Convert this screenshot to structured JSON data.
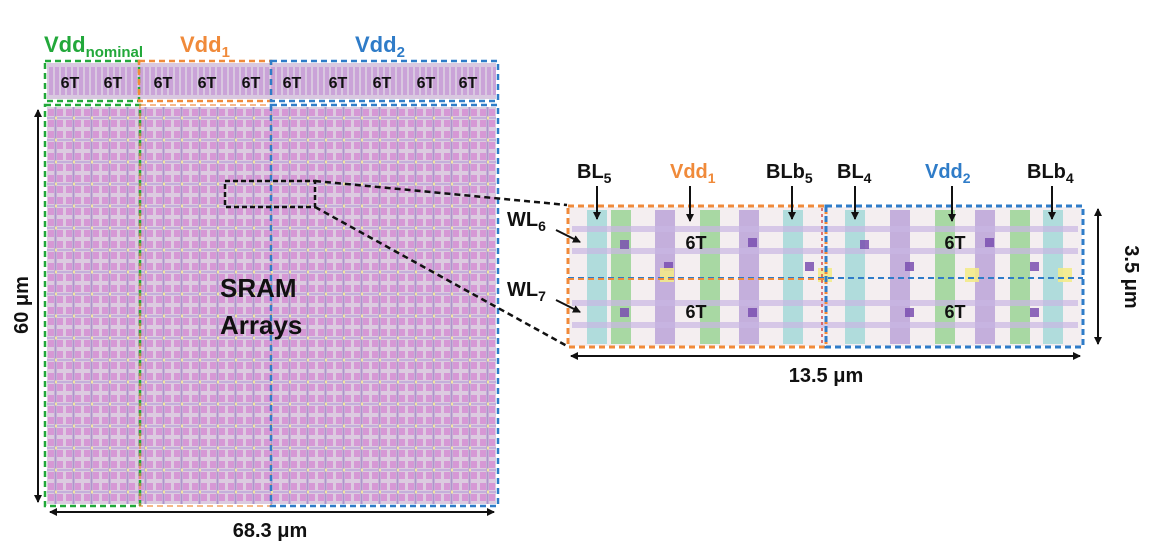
{
  "colors": {
    "nominal": "#22a83a",
    "vdd1": "#f08a3a",
    "vdd2": "#2f7cc8",
    "label": "#111111",
    "array_base": "#d9c6da",
    "array_pink": "#d98ad6",
    "array_purple": "#a07ac6",
    "detail_green": "#8fd08a",
    "detail_purple": "#b49ad6",
    "detail_cyan": "#9ad6d6"
  },
  "top_labels": {
    "vdd_nominal_main": "Vdd",
    "vdd_nominal_sub": "nominal",
    "vdd1_main": "Vdd",
    "vdd1_sub": "1",
    "vdd2_main": "Vdd",
    "vdd2_sub": "2"
  },
  "column_cells": [
    "6T",
    "6T",
    "6T",
    "6T",
    "6T",
    "6T",
    "6T",
    "6T",
    "6T",
    "6T"
  ],
  "array": {
    "label_line1": "SRAM",
    "label_line2": "Arrays",
    "height_label": "60 μm",
    "width_label": "68.3 μm"
  },
  "detail": {
    "bl5_main": "BL",
    "bl5_sub": "5",
    "vdd1_main": "Vdd",
    "vdd1_sub": "1",
    "blb5_main": "BLb",
    "blb5_sub": "5",
    "bl4_main": "BL",
    "bl4_sub": "4",
    "vdd2_main": "Vdd",
    "vdd2_sub": "2",
    "blb4_main": "BLb",
    "blb4_sub": "4",
    "wl6_main": "WL",
    "wl6_sub": "6",
    "wl7_main": "WL",
    "wl7_sub": "7",
    "cells": [
      "6T",
      "6T",
      "6T",
      "6T"
    ],
    "height_label": "3.5 μm",
    "width_label": "13.5 μm"
  }
}
